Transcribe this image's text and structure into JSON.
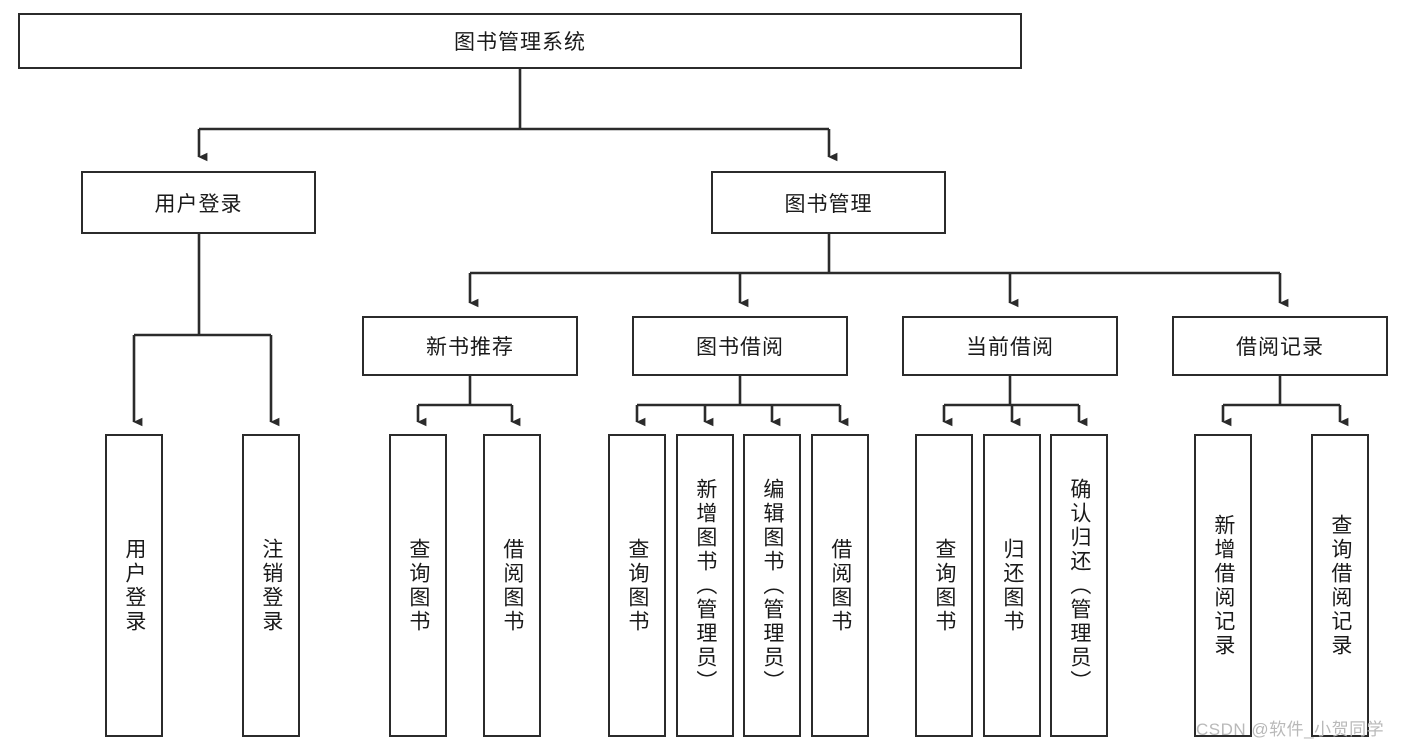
{
  "diagram": {
    "type": "tree",
    "root": {
      "label": "图书管理系统"
    },
    "level2": [
      {
        "label": "用户登录"
      },
      {
        "label": "图书管理"
      }
    ],
    "level3": [
      {
        "label": "新书推荐"
      },
      {
        "label": "图书借阅"
      },
      {
        "label": "当前借阅"
      },
      {
        "label": "借阅记录"
      }
    ],
    "leaves": {
      "user_login": [
        {
          "label": "用户登录"
        },
        {
          "label": "注销登录"
        }
      ],
      "new_book_recommend": [
        {
          "label": "查询图书"
        },
        {
          "label": "借阅图书"
        }
      ],
      "book_borrow": [
        {
          "label": "查询图书"
        },
        {
          "label": "新增图书（管理员）"
        },
        {
          "label": "编辑图书（管理员）"
        },
        {
          "label": "借阅图书"
        }
      ],
      "current_borrow": [
        {
          "label": "查询图书"
        },
        {
          "label": "归还图书"
        },
        {
          "label": "确认归还（管理员）"
        }
      ],
      "borrow_record": [
        {
          "label": "新增借阅记录"
        },
        {
          "label": "查询借阅记录"
        }
      ]
    }
  },
  "watermark": {
    "text": "CSDN @软件_小贺同学"
  },
  "colors": {
    "stroke": "#2b2b2b",
    "background": "#ffffff",
    "text": "#1a1a1a",
    "watermark": "#b9b9b9"
  }
}
